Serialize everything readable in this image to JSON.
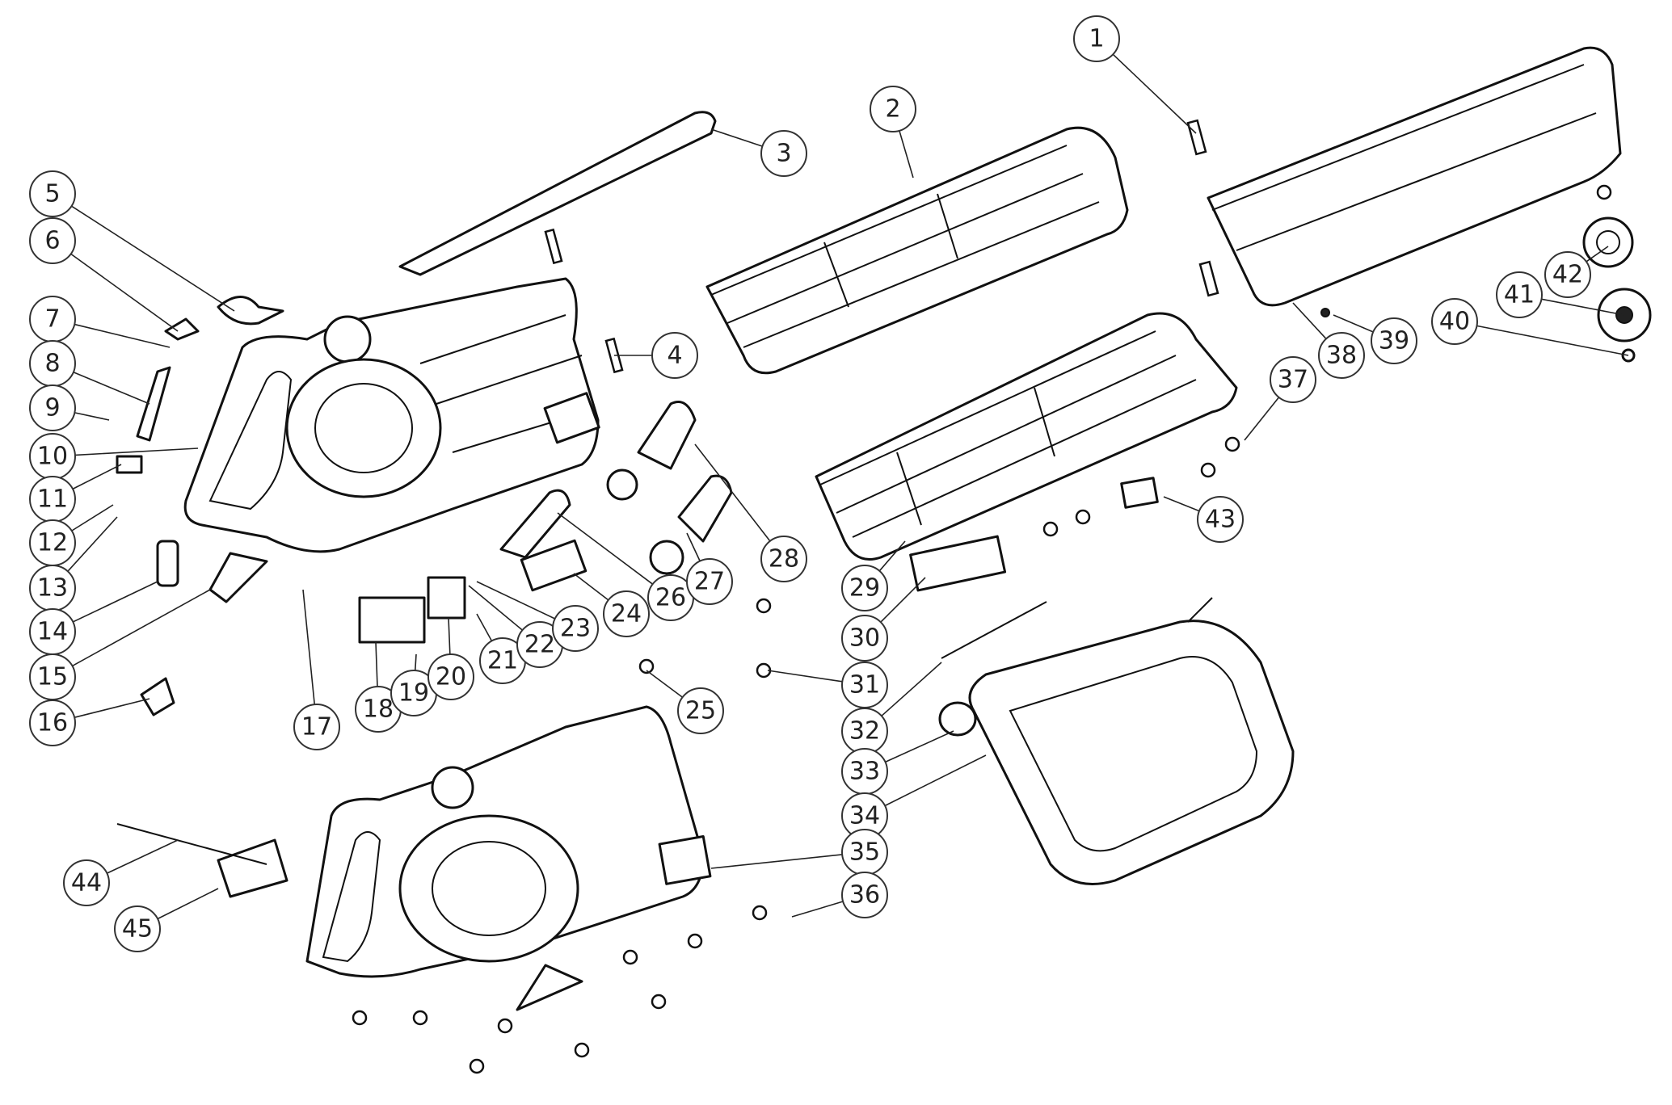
{
  "parts": [
    {
      "number": "1"
    },
    {
      "number": "2"
    },
    {
      "number": "3"
    },
    {
      "number": "4"
    },
    {
      "number": "5"
    },
    {
      "number": "6"
    },
    {
      "number": "7"
    },
    {
      "number": "8"
    },
    {
      "number": "9"
    },
    {
      "number": "10"
    },
    {
      "number": "11"
    },
    {
      "number": "12"
    },
    {
      "number": "13"
    },
    {
      "number": "14"
    },
    {
      "number": "15"
    },
    {
      "number": "16"
    },
    {
      "number": "17"
    },
    {
      "number": "18"
    },
    {
      "number": "19"
    },
    {
      "number": "20"
    },
    {
      "number": "21"
    },
    {
      "number": "22"
    },
    {
      "number": "23"
    },
    {
      "number": "24"
    },
    {
      "number": "25"
    },
    {
      "number": "26"
    },
    {
      "number": "27"
    },
    {
      "number": "28"
    },
    {
      "number": "29"
    },
    {
      "number": "30"
    },
    {
      "number": "31"
    },
    {
      "number": "32"
    },
    {
      "number": "33"
    },
    {
      "number": "34"
    },
    {
      "number": "35"
    },
    {
      "number": "36"
    },
    {
      "number": "37"
    },
    {
      "number": "38"
    },
    {
      "number": "39"
    },
    {
      "number": "40"
    },
    {
      "number": "41"
    },
    {
      "number": "42"
    },
    {
      "number": "43"
    },
    {
      "number": "44"
    },
    {
      "number": "45"
    }
  ],
  "colors": {
    "line": "#111111",
    "background": "#ffffff"
  }
}
